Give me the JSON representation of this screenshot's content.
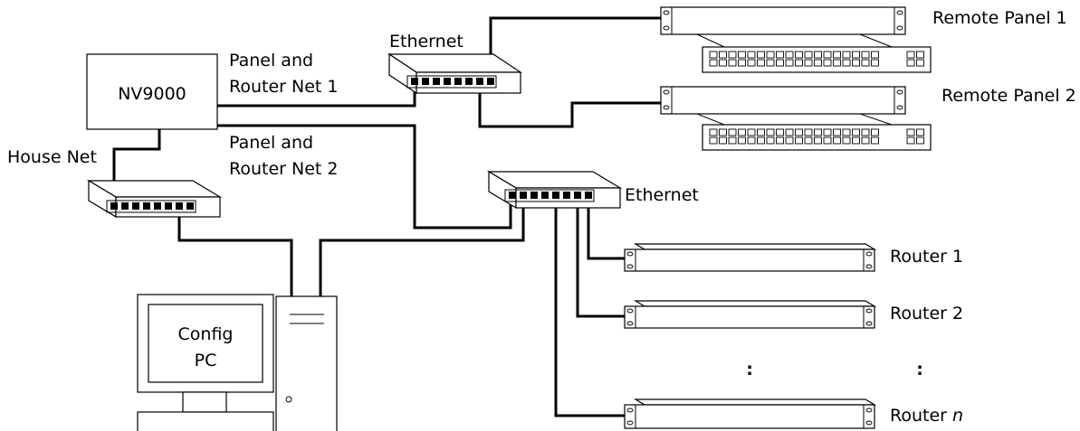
{
  "nodes": {
    "nv9000": "NV9000",
    "config_pc": [
      "Config",
      "PC"
    ]
  },
  "labels": {
    "panel_router_net_1": [
      "Panel and",
      "Router Net 1"
    ],
    "panel_router_net_2": [
      "Panel and",
      "Router Net 2"
    ],
    "house_net": "House Net",
    "ethernet_top": "Ethernet",
    "ethernet_right": "Ethernet"
  },
  "panels": [
    "Remote Panel 1",
    "Remote Panel 2"
  ],
  "routers": [
    {
      "prefix": "Router ",
      "suffix": "1"
    },
    {
      "prefix": "Router ",
      "suffix": "2"
    },
    {
      "prefix": "Router ",
      "suffix": "n"
    }
  ],
  "ellipsis": ":"
}
